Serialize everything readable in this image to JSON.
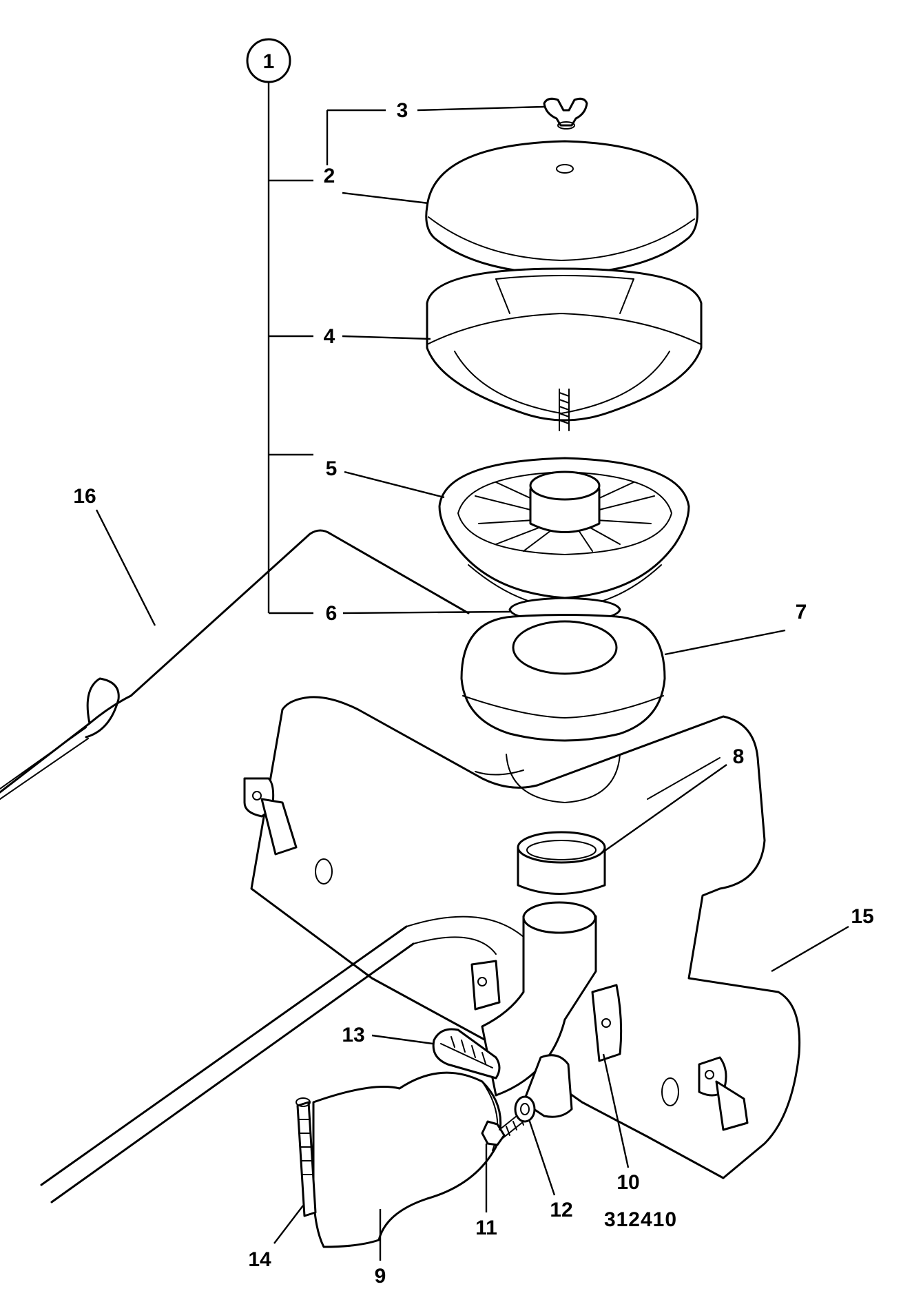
{
  "callouts": [
    {
      "id": "1",
      "label": "1"
    },
    {
      "id": "2",
      "label": "2"
    },
    {
      "id": "3",
      "label": "3"
    },
    {
      "id": "4",
      "label": "4"
    },
    {
      "id": "5",
      "label": "5"
    },
    {
      "id": "6",
      "label": "6"
    },
    {
      "id": "7",
      "label": "7"
    },
    {
      "id": "8",
      "label": "8"
    },
    {
      "id": "9",
      "label": "9"
    },
    {
      "id": "10",
      "label": "10"
    },
    {
      "id": "11",
      "label": "11"
    },
    {
      "id": "12",
      "label": "12"
    },
    {
      "id": "13",
      "label": "13"
    },
    {
      "id": "14",
      "label": "14"
    },
    {
      "id": "15",
      "label": "15"
    },
    {
      "id": "16",
      "label": "16"
    }
  ],
  "drawing_reference": "312410"
}
